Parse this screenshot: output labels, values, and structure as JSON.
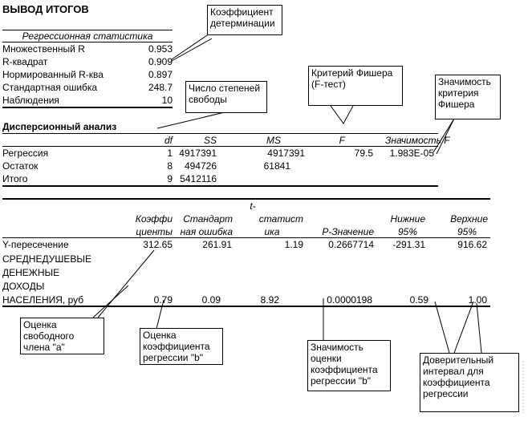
{
  "title": "ВЫВОД ИТОГОВ",
  "regression_stats": {
    "header": "Регрессионная статистика",
    "rows": [
      {
        "label": "Множественный R",
        "value": "0.953"
      },
      {
        "label": "R-квадрат",
        "value": "0.909"
      },
      {
        "label": "Нормированный R-ква",
        "value": "0.897"
      },
      {
        "label": "Стандартная ошибка",
        "value": "248.7"
      },
      {
        "label": "Наблюдения",
        "value": "10"
      }
    ]
  },
  "anova": {
    "title": "Дисперсионный анализ",
    "headers": {
      "df": "df",
      "ss": "SS",
      "ms": "MS",
      "f": "F",
      "sig": "Значимость F"
    },
    "rows": [
      {
        "label": "Регрессия",
        "df": "1",
        "ss": "4917391",
        "ms": "4917391",
        "f": "79.5",
        "sig": "1.983E-05"
      },
      {
        "label": "Остаток",
        "df": "8",
        "ss": "494726",
        "ms": "61841",
        "f": "",
        "sig": ""
      },
      {
        "label": "Итого",
        "df": "9",
        "ss": "5412116",
        "ms": "",
        "f": "",
        "sig": ""
      }
    ]
  },
  "coef": {
    "headers": {
      "coef_1": "Коэффи",
      "coef_2": "циенты",
      "se_1": "Стандарт",
      "se_2": "ная ошибка",
      "t_0": "t-",
      "t_1": "статист",
      "t_2": "ика",
      "p": "P-Значение",
      "low_1": "Нижние",
      "low_2": "95%",
      "up_1": "Верхние",
      "up_2": "95%"
    },
    "intercept": {
      "label": "Y-пересечение",
      "coef": "312.65",
      "se": "261.91",
      "t": "1.19",
      "p": "0.2667714",
      "low": "-291.31",
      "up": "916.62"
    },
    "variable": {
      "label_1": "СРЕДНЕДУШЕВЫЕ",
      "label_2": "ДЕНЕЖНЫЕ",
      "label_3": "ДОХОДЫ",
      "label_4": "НАСЕЛЕНИЯ, руб",
      "coef": "0.79",
      "se": "0.09",
      "t": "8.92",
      "p": "0.0000198",
      "low": "0.59",
      "up": "1.00"
    }
  },
  "callouts": {
    "r2": "Коэффициент\nдетерминации",
    "df": "Число степеней\nсвободы",
    "fisher": "Критерий Фишера\n(F-тест)",
    "sigf": "Значимость\nкритерия\nФишера",
    "a": "Оценка\nсвободного\nчлена \"а\"",
    "b": "Оценка\nкоэффициента\nрегрессии \"b\"",
    "sigb": "Значимость\nоценки\nкоэффициента\nрегрессии \"b\"",
    "ci": "Доверительный\nинтервал для\nкоэффициента\nрегрессии"
  }
}
